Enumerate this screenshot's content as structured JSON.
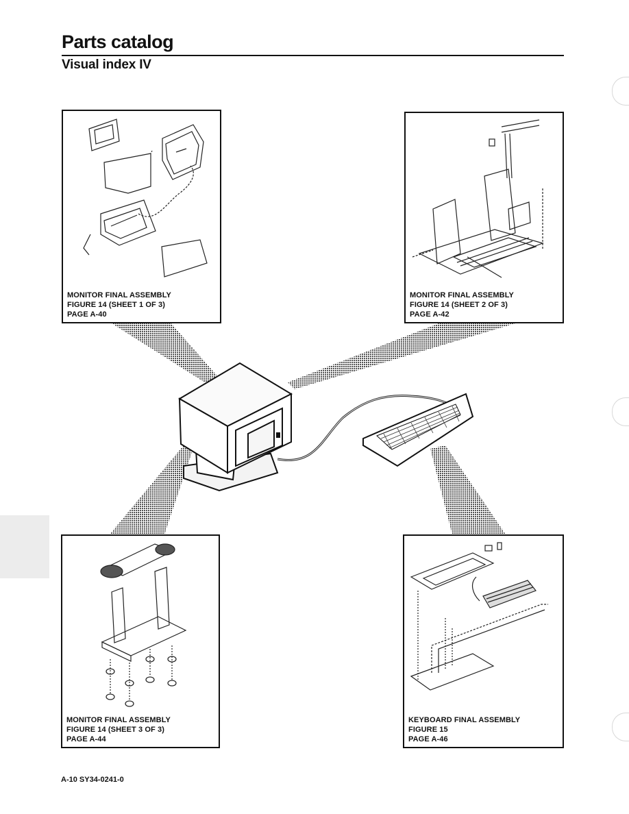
{
  "header": {
    "title": "Parts catalog",
    "subtitle": "Visual index IV"
  },
  "panels": [
    {
      "line1": "MONITOR FINAL ASSEMBLY",
      "line2": "FIGURE 14 (SHEET 1 OF 3)",
      "line3": "PAGE A-40",
      "icon": "monitor-enclosure-exploded-icon"
    },
    {
      "line1": "MONITOR FINAL ASSEMBLY",
      "line2": "FIGURE 14 (SHEET 2 OF 3)",
      "line3": "PAGE A-42",
      "icon": "monitor-frame-exploded-icon"
    },
    {
      "line1": "MONITOR FINAL ASSEMBLY",
      "line2": "FIGURE 14 (SHEET 3 OF 3)",
      "line3": "PAGE A-44",
      "icon": "monitor-stand-exploded-icon"
    },
    {
      "line1": "KEYBOARD FINAL ASSEMBLY",
      "line2": "FIGURE 15",
      "line3": "PAGE A-46",
      "icon": "keyboard-exploded-icon"
    }
  ],
  "centre": {
    "icons": [
      "monitor-icon",
      "keyboard-icon",
      "cable-icon"
    ]
  },
  "footer": {
    "page_id": "A-10   SY34-0241-0"
  }
}
